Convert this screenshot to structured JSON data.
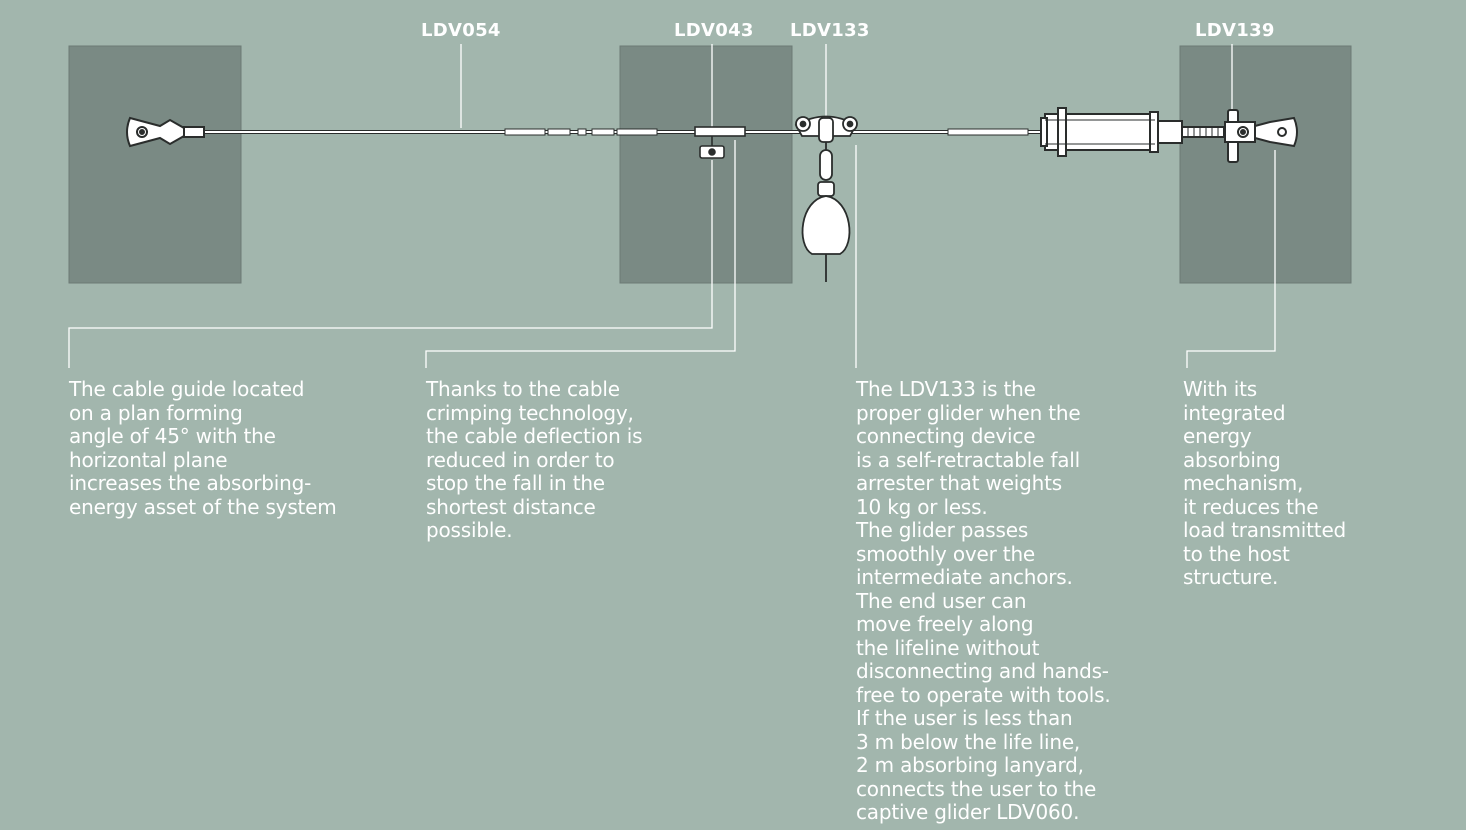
{
  "labels": {
    "ldv054": "LDV054",
    "ldv043": "LDV043",
    "ldv133": "LDV133",
    "ldv139": "LDV139"
  },
  "descriptions": {
    "cable_guide": [
      "The cable guide located",
      "on a plan forming",
      "angle of 45° with the",
      "horizontal plane",
      "increases the absorbing-",
      "energy asset of the system"
    ],
    "crimping": [
      "Thanks to the cable",
      "crimping technology,",
      "the cable deflection is",
      "reduced in order to",
      "stop the fall in the",
      "shortest distance",
      "possible."
    ],
    "glider": [
      "The LDV133 is the",
      "proper glider when the",
      "connecting device",
      "is a self-retractable fall",
      "arrester that weights",
      "10 kg or less.",
      "The glider passes",
      "smoothly over the",
      "intermediate anchors.",
      "The end user can",
      "move freely along",
      "the lifeline without",
      "disconnecting and hands-",
      "free to operate with tools.",
      "If the user is less than",
      "3 m below the life line,",
      "2 m absorbing lanyard,",
      "connects the user to the",
      "captive glider LDV060."
    ],
    "absorber": [
      "With its",
      "integrated",
      "energy",
      "absorbing",
      "mechanism,",
      "it reduces the",
      "load transmitted",
      "to the host",
      "structure."
    ]
  },
  "colors": {
    "background": "#a2b6ad",
    "post": "#7a8a84",
    "line": "#ffffff",
    "hardware": "#2a2d2c"
  }
}
